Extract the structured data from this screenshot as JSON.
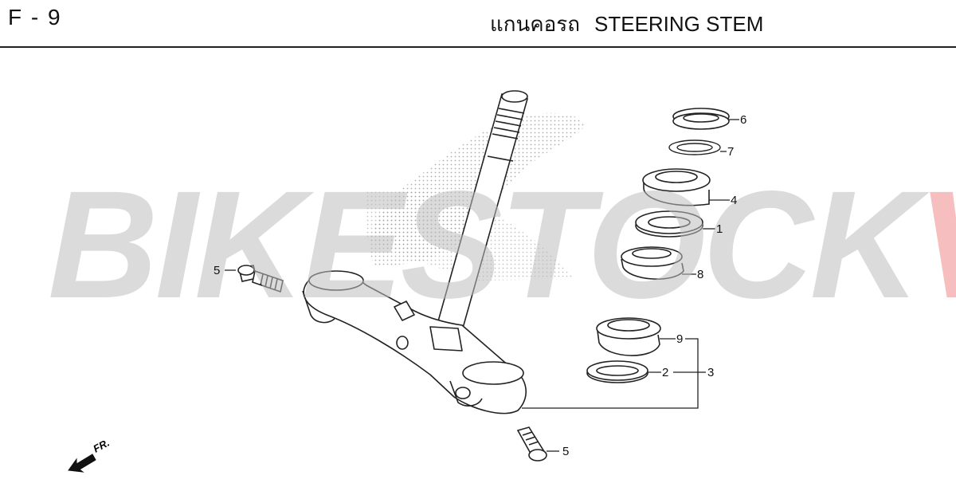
{
  "header": {
    "figure_code": "F - 9",
    "title_thai": "แกนคอรถ",
    "title_en": "STEERING STEM"
  },
  "watermark": {
    "part1": "BIKESTOCK",
    "part2": "VN",
    "color_gray": "#bdbdbd",
    "color_red": "#eb6e6e"
  },
  "callouts": {
    "p6": "6",
    "p7": "7",
    "p4": "4",
    "p1": "1",
    "p8": "8",
    "p9": "9",
    "p2": "2",
    "p3": "3",
    "p5a": "5",
    "p5b": "5"
  },
  "direction": {
    "label": "FR."
  }
}
